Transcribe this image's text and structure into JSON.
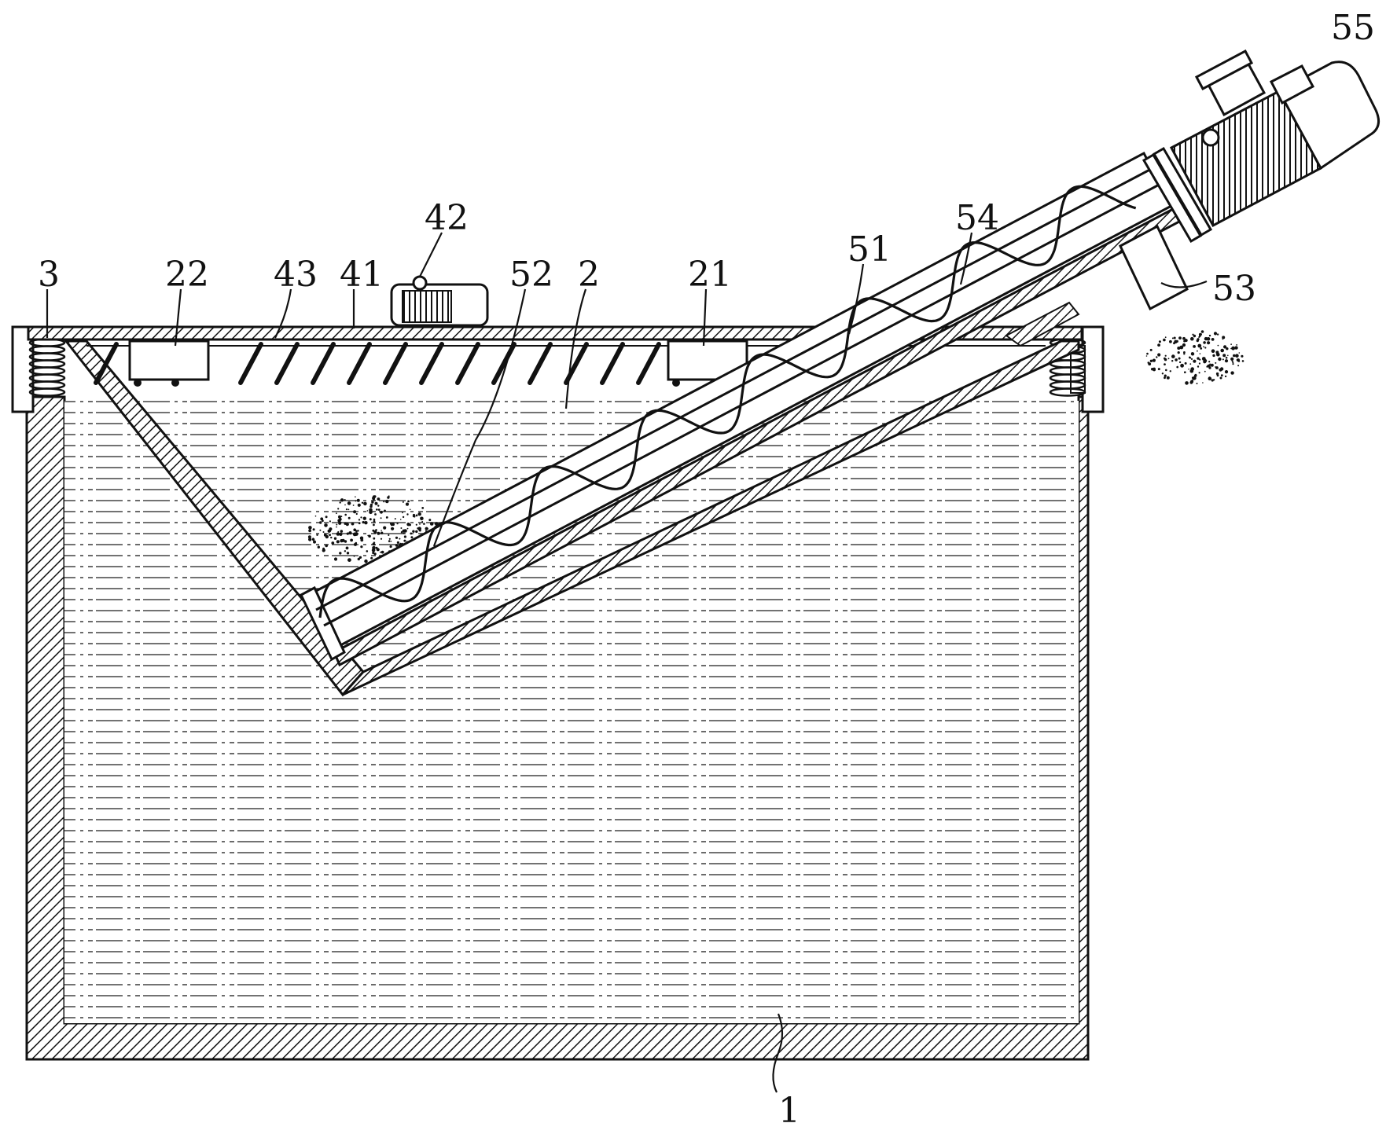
{
  "figure": {
    "labels": {
      "tank": "1",
      "inner_hopper": "2",
      "guide_block_21": "21",
      "guide_block_22": "22",
      "spring": "3",
      "top_plate": "41",
      "top_motor": "42",
      "scraper_blades": "43",
      "auger_tube": "51",
      "inlet": "52",
      "outlet": "53",
      "screw_blade": "54",
      "drive_motor": "55"
    }
  },
  "colors": {
    "stroke": "#111111",
    "liquid": "#444444",
    "background": "#ffffff"
  }
}
